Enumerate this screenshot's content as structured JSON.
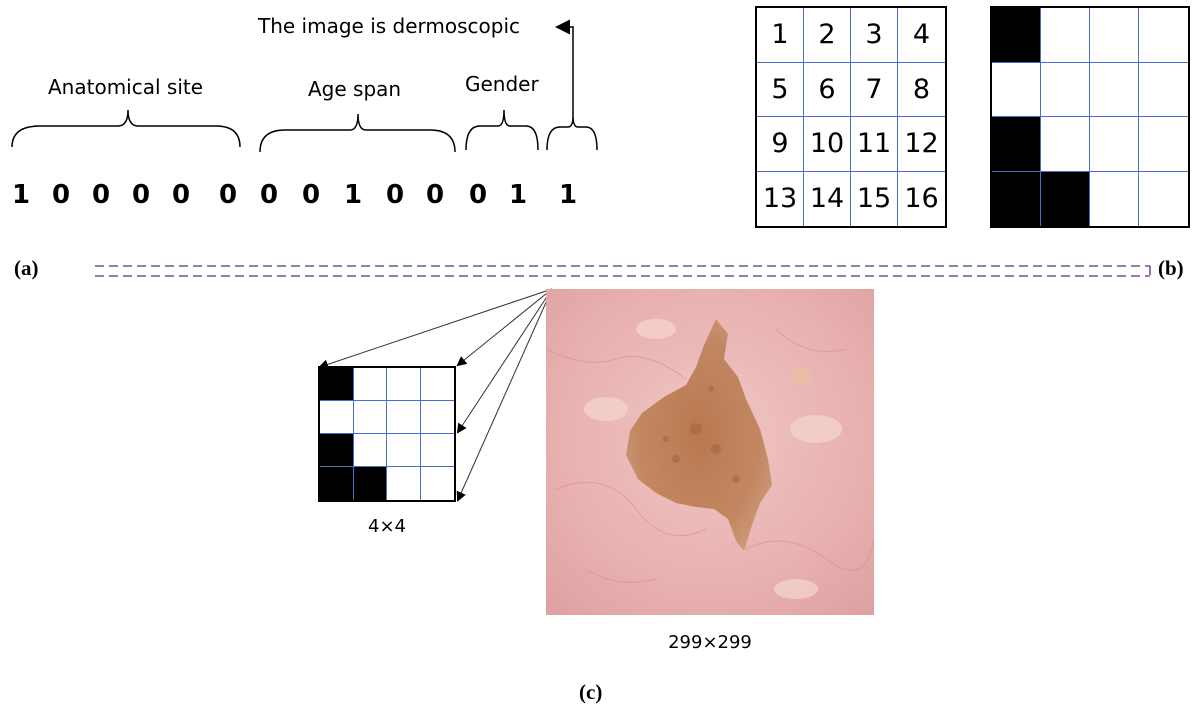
{
  "labels": {
    "dermoscopic": "The image is dermoscopic",
    "anatomical_site": "Anatomical site",
    "age_span": "Age span",
    "gender": "Gender"
  },
  "bits": [
    "1",
    "0",
    "0",
    "0",
    "0",
    "0",
    "0",
    "0",
    "1",
    "0",
    "0",
    "0",
    "1",
    "1"
  ],
  "grid_numbers": [
    "1",
    "2",
    "3",
    "4",
    "5",
    "6",
    "7",
    "8",
    "9",
    "10",
    "11",
    "12",
    "13",
    "14",
    "15",
    "16"
  ],
  "mask_filled_cells": [
    1,
    9,
    13,
    14
  ],
  "panels": {
    "a": "(a)",
    "b": "(b)",
    "c": "(c)"
  },
  "captions": {
    "small": "4×4",
    "large": "299×299"
  },
  "colors": {
    "divider": "#7a4f9a",
    "gridline": "#4a6fc1",
    "skin": "#e9b8b8",
    "lesion": "#b97a52"
  }
}
